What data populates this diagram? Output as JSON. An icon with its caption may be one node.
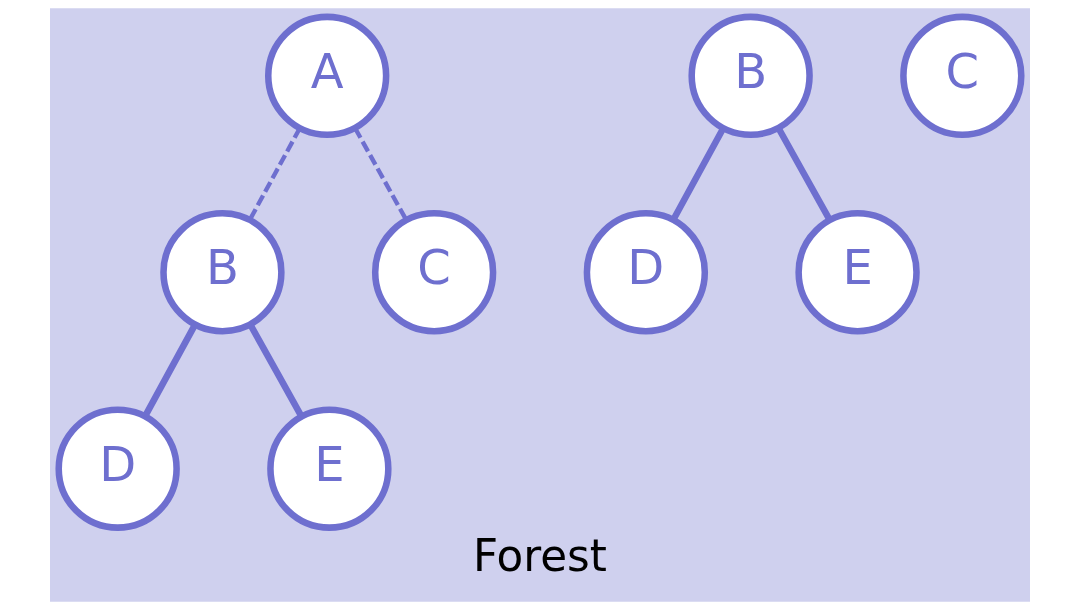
{
  "diagram": {
    "nodes": [
      {
        "text": [
          "A"
        ]
      },
      {
        "text": [
          "B"
        ]
      },
      {
        "text": [
          "C"
        ]
      },
      {
        "text": [
          "D"
        ]
      },
      {
        "text": [
          "E"
        ]
      },
      {
        "text": [
          "B"
        ]
      },
      {
        "text": [
          "D"
        ]
      },
      {
        "text": [
          "E"
        ]
      },
      {
        "text": [
          "C"
        ]
      }
    ],
    "caption": "Forest",
    "edges": [
      {
        "from": 0,
        "to": 1,
        "arrow": "none",
        "style": "dashed"
      },
      {
        "from": 0,
        "to": 2,
        "arrow": "none",
        "style": "dashed"
      },
      {
        "from": 1,
        "to": 3,
        "arrow": "none"
      },
      {
        "from": 1,
        "to": 4,
        "arrow": "none"
      },
      {
        "from": 5,
        "to": 6,
        "arrow": "none"
      },
      {
        "from": 5,
        "to": 7,
        "arrow": "none"
      }
    ]
  }
}
